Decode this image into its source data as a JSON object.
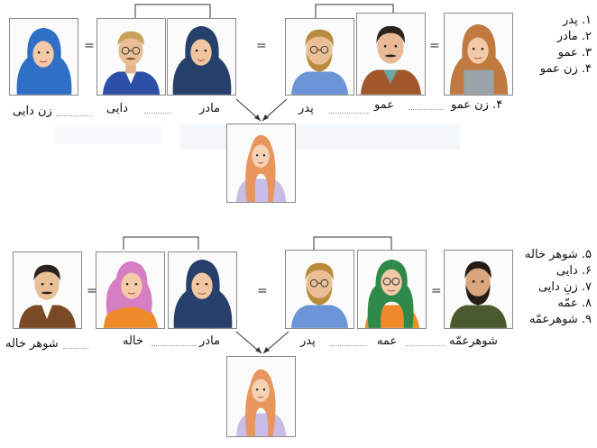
{
  "top_section": {
    "labels": {
      "zan_daei": "زن دایی",
      "daei": "دایی",
      "madar": "مادر",
      "pedar": "پدر",
      "amoo": "عمو",
      "zan_amoo": "۴. زن عمو"
    },
    "legend": [
      "۱. پدر",
      "۲. مادر",
      "۳. عمو",
      "۴. زن عمو"
    ]
  },
  "bottom_section": {
    "labels": {
      "shohar_khale": "شوهر خاله",
      "khale": "خاله",
      "madar": "مادر",
      "pedar": "پدر",
      "amme": "عمه",
      "shohar_amme": "شوهرعمّه"
    },
    "legend": [
      "۵. شوهر خاله",
      "۶. دایی",
      "۷. زنِ دایی",
      "۸. عمّه",
      "۹. شوهرعمّه"
    ]
  },
  "equals_sign": "=",
  "colors": {
    "frame_border": "#8a8a8a",
    "connector": "#333333",
    "hijab_navy": "#26406b",
    "hijab_blue": "#2f6fc6",
    "hijab_brown": "#c0793f",
    "hijab_green": "#2f8a4a",
    "hijab_pink": "#d67ec4",
    "girl_scarf": "#e8965e"
  },
  "icons": [
    "woman-blue-hijab-portrait",
    "man-glasses-blue-suit-portrait",
    "woman-navy-hijab-portrait",
    "man-bearded-glasses-portrait",
    "man-mustache-brown-jacket-portrait",
    "woman-brown-scarf-portrait",
    "girl-orange-scarf-portrait",
    "man-mustache-portrait",
    "woman-pink-hijab-portrait",
    "woman-green-hijab-glasses-portrait",
    "man-bearded-green-shirt-portrait"
  ]
}
